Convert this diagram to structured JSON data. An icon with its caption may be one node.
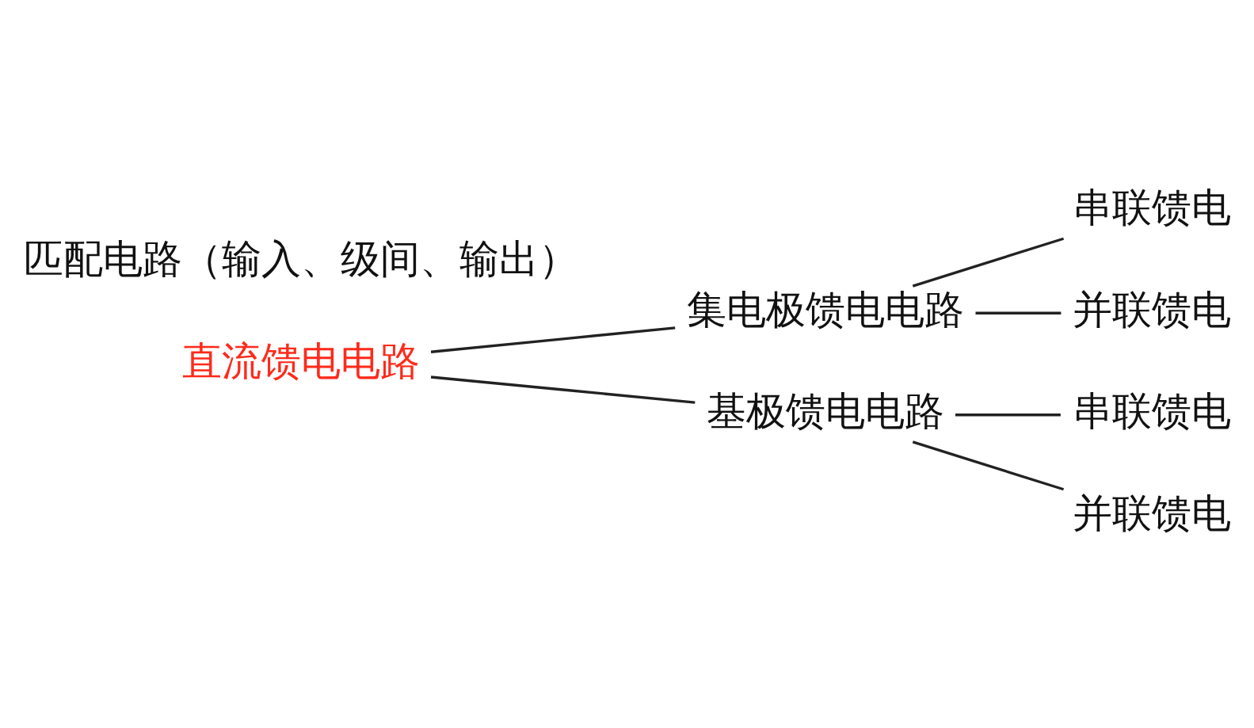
{
  "diagram": {
    "nodes": [
      {
        "text": [
          "直流馈电电路"
        ]
      },
      {
        "text": [
          "集电极馈电电路"
        ]
      },
      {
        "text": [
          "串联馈电"
        ]
      },
      {
        "text": [
          "并联馈电"
        ]
      },
      {
        "text": [
          "基极馈电电路"
        ]
      },
      {
        "text": [
          "串联馈电"
        ]
      },
      {
        "text": [
          "并联馈电"
        ]
      },
      {
        "text": [
          "匹配电路（输入、级间、输出）"
        ]
      }
    ],
    "edges": [
      {
        "from": 0,
        "to": 1,
        "arrow": "none"
      },
      {
        "from": 0,
        "to": 4,
        "arrow": "none"
      },
      {
        "from": 1,
        "to": 2,
        "arrow": "none"
      },
      {
        "from": 1,
        "to": 3,
        "arrow": "none"
      },
      {
        "from": 4,
        "to": 5,
        "arrow": "none"
      },
      {
        "from": 4,
        "to": 6,
        "arrow": "none"
      }
    ]
  }
}
